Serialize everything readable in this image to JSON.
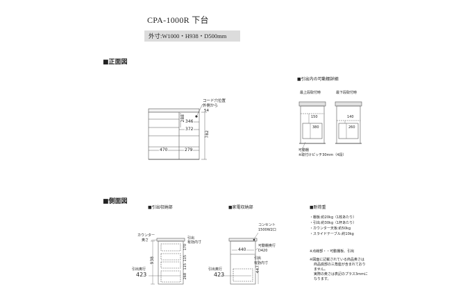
{
  "header": {
    "title": "CPA-1000R 下台",
    "outer_dimensions": "外寸:W1000・H938・D500mm"
  },
  "front_view": {
    "heading": "■正面図",
    "cord_note_line1": "コード穴位置",
    "cord_note_line2": "外側から",
    "cord_note_value": "54",
    "dims": {
      "d288": "288",
      "d346": "346",
      "d372": "372",
      "d782": "782",
      "d470": "470",
      "d279": "279"
    }
  },
  "shelf_detail": {
    "heading": "■引出内の可動棚詳細",
    "left_label": "最上段取付時",
    "right_label": "最下段取付時",
    "left_dims": {
      "upper": "150",
      "lower": "380"
    },
    "right_dims": {
      "upper": "140",
      "lower": "260"
    },
    "note_line1": "可動棚",
    "note_line2": "※取付けピッチ30mm（4段）"
  },
  "side_view": {
    "heading": "■側面図",
    "drawer_section": {
      "heading": "■引出収納部",
      "counter_line1": "カウンター",
      "counter_line2": "奥さ",
      "inner_line1": "引出",
      "inner_line2": "有効内寸",
      "depth_line1": "引出奥行",
      "depth_value": "423",
      "dim_938": "938",
      "inner_dims": [
        "170",
        "115",
        "115",
        "268"
      ]
    },
    "appliance_section": {
      "heading": "■家電収納部",
      "outlet_line1": "コンセント",
      "outlet_line2": "1500W2口",
      "dim_440": "440",
      "shelf_line1": "可動棚奥行",
      "shelf_line2": "D420",
      "inner_line1": "引出",
      "inner_line2": "有効内寸",
      "depth_line1": "引出奥行",
      "depth_value": "423",
      "dim_447": "447"
    }
  },
  "load_capacity": {
    "heading": "■耐荷重",
    "items": [
      "・棚板:約20kg（1枚あたり）",
      "・引出:約30kg（1杯あたり）",
      "・カウンター天板:約50kg",
      "・スライドテーブル:約10kg"
    ],
    "note1": "※点線部・・可動棚板、引出",
    "note2_lines": [
      "※図面に記載されている商品奥さは",
      "商品底部の三角座が含まれており",
      "ません。",
      "実際の奥さは表記のプラス3mmに",
      "なります。"
    ]
  }
}
